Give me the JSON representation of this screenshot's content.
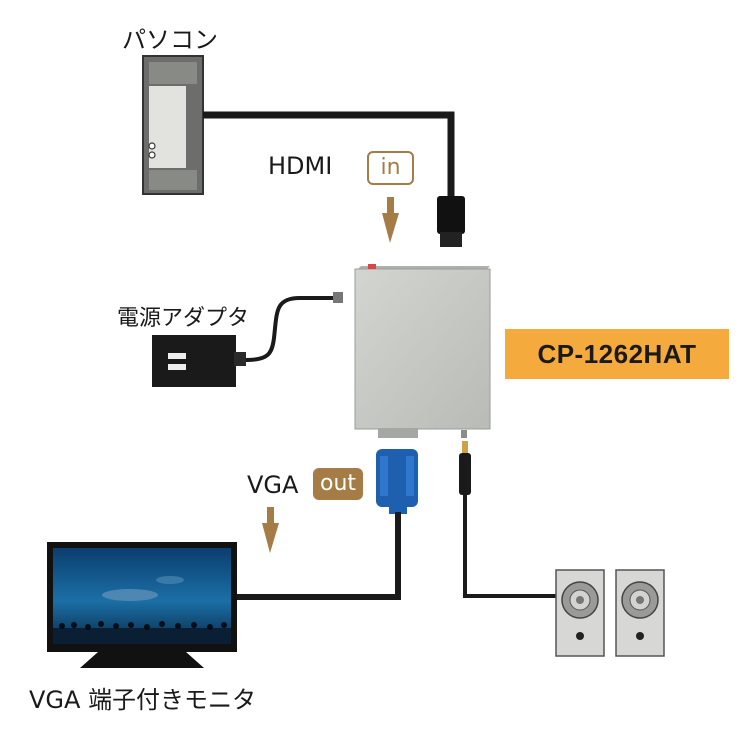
{
  "labels": {
    "pc": "パソコン",
    "hdmi": "HDMI",
    "in_badge": "in",
    "power_adapter": "電源アダプタ",
    "model": "CP-1262HAT",
    "vga": "VGA",
    "out_badge": "out",
    "monitor": "VGA 端子付きモニタ"
  },
  "colors": {
    "accent_brown": "#a57c46",
    "model_tag_bg": "#f4aa3c",
    "cable": "#1a1a1a",
    "vga_connector": "#1f5fb0",
    "converter_body": "#c9cbc6"
  }
}
